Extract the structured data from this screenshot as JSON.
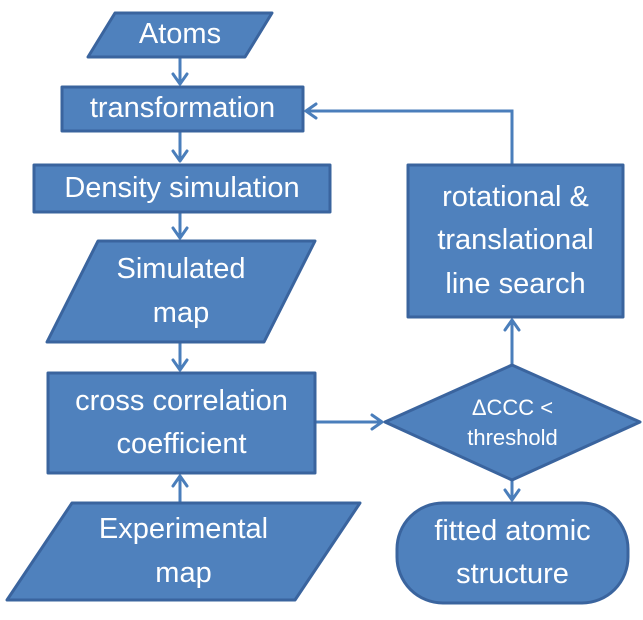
{
  "diagram": {
    "type": "flowchart",
    "nodes": {
      "atoms": {
        "label": "Atoms",
        "shape": "parallelogram"
      },
      "transformation": {
        "label": "transformation",
        "shape": "rectangle"
      },
      "density": {
        "label": "Density simulation",
        "shape": "rectangle"
      },
      "simulated_map": {
        "label": "Simulated\nmap",
        "shape": "parallelogram"
      },
      "cross_correlation": {
        "label": "cross correlation\ncoefficient",
        "shape": "rectangle"
      },
      "experimental_map": {
        "label": "Experimental\nmap",
        "shape": "parallelogram"
      },
      "decision": {
        "label": "ΔCCC <\nthreshold",
        "shape": "diamond"
      },
      "line_search": {
        "label": "rotational &\ntranslational\nline search",
        "shape": "rectangle"
      },
      "fitted_structure": {
        "label": "fitted atomic\nstructure",
        "shape": "rounded-rectangle"
      }
    },
    "edges": [
      {
        "from": "atoms",
        "to": "transformation"
      },
      {
        "from": "transformation",
        "to": "density"
      },
      {
        "from": "density",
        "to": "simulated_map"
      },
      {
        "from": "simulated_map",
        "to": "cross_correlation"
      },
      {
        "from": "experimental_map",
        "to": "cross_correlation"
      },
      {
        "from": "cross_correlation",
        "to": "decision"
      },
      {
        "from": "decision",
        "to": "line_search"
      },
      {
        "from": "line_search",
        "to": "transformation"
      },
      {
        "from": "decision",
        "to": "fitted_structure"
      }
    ],
    "colors": {
      "shape_fill": "#4f81bd",
      "shape_border": "#3a649e",
      "connector": "#4a7ebb",
      "label_text": "#ffffff",
      "background": "#ffffff"
    }
  }
}
